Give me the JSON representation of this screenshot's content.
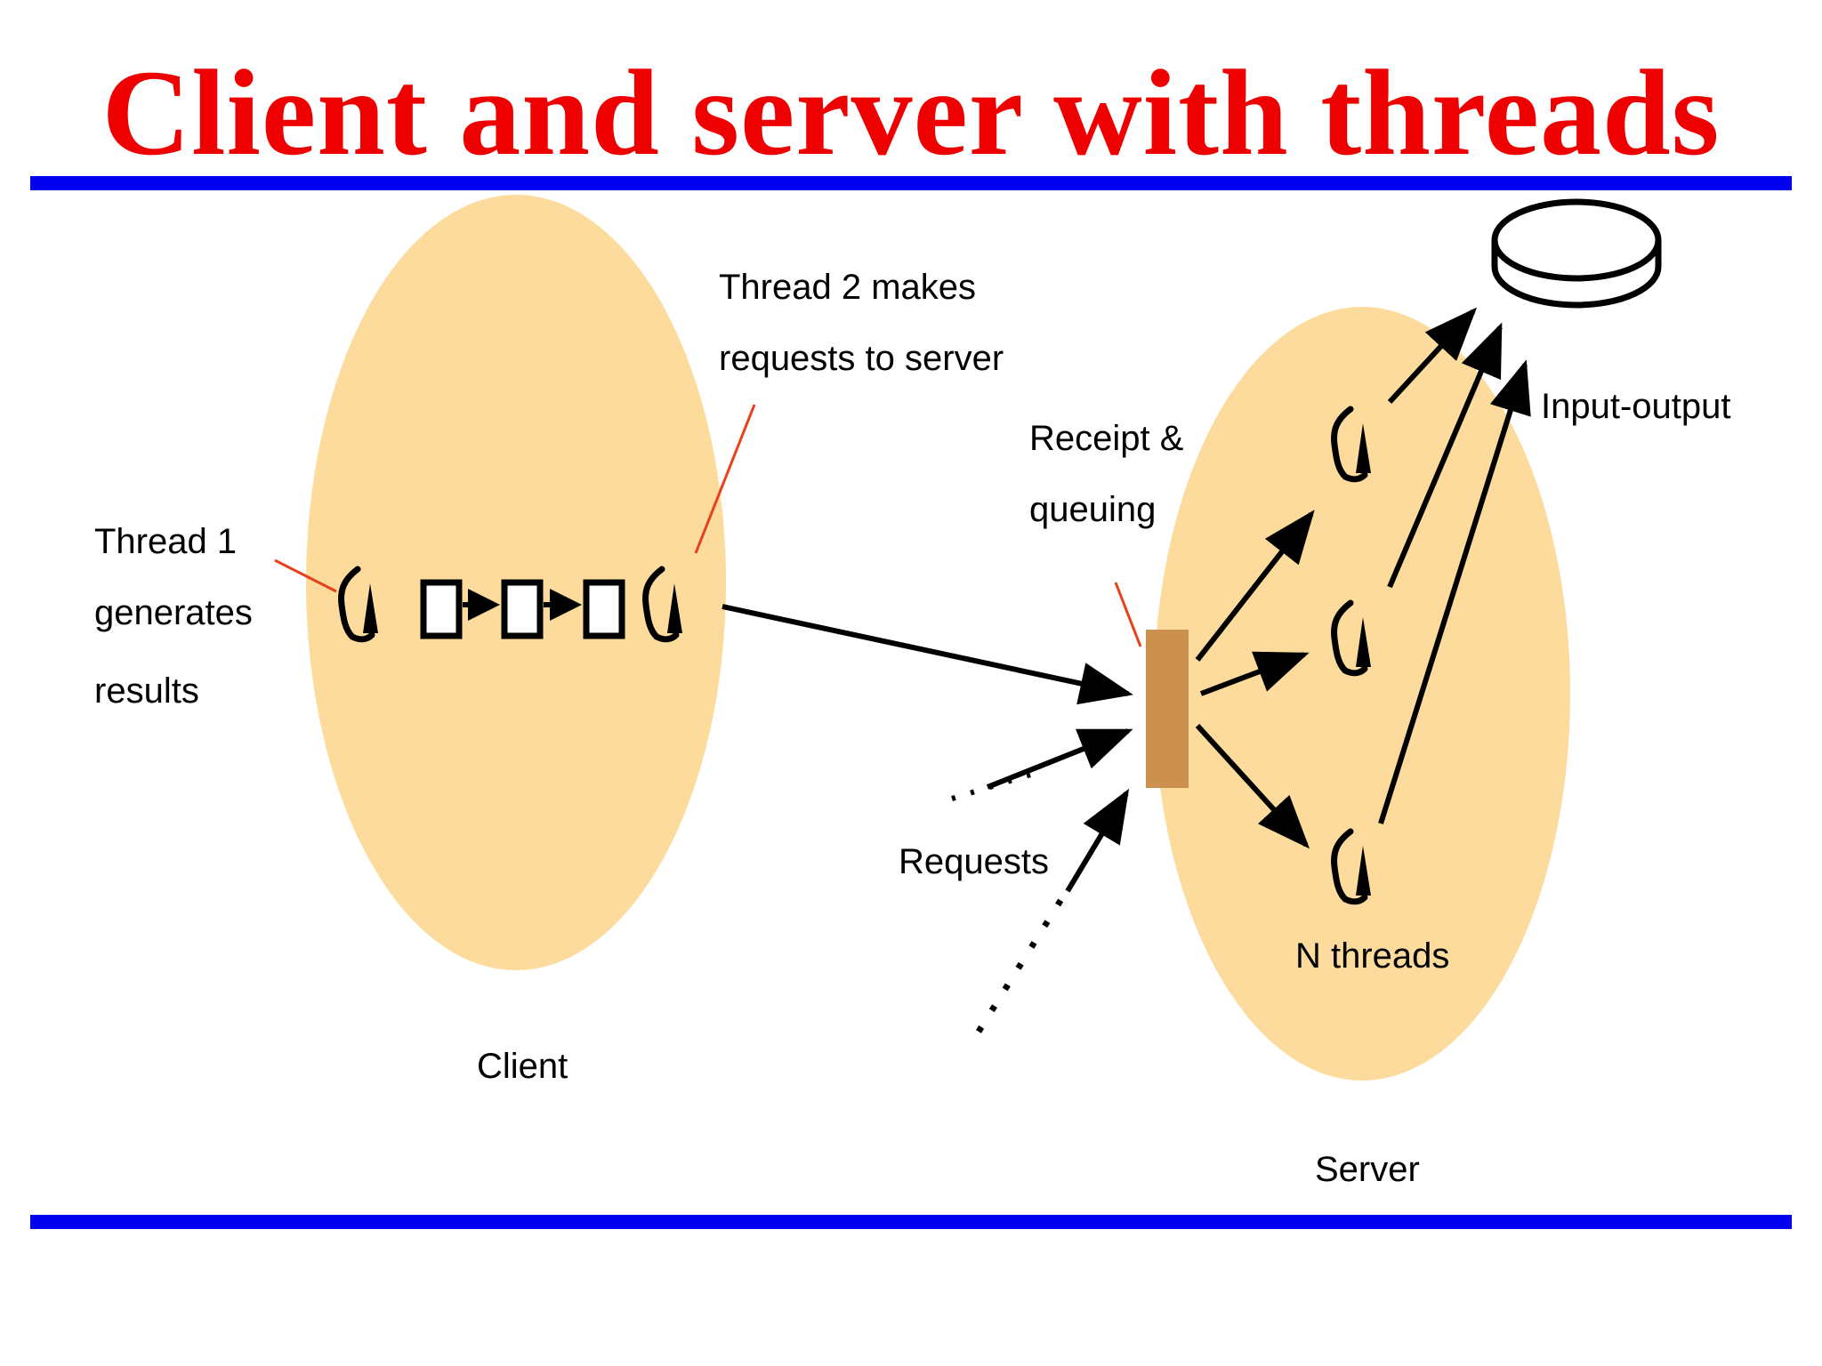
{
  "title": "Client and server with threads",
  "colors": {
    "title": "#ee0000",
    "rule": "#0000ee",
    "ellipse_fill": "#fcdb9c",
    "queue_fill": "#cd914f",
    "callout_line": "#e8401c",
    "arrow": "#000000"
  },
  "labels": {
    "thread1": [
      "Thread 1",
      "generates",
      "results"
    ],
    "thread2": [
      "Thread 2 makes",
      "requests to server"
    ],
    "receipt": [
      "Receipt &",
      "queuing"
    ],
    "io": "Input-output",
    "requests": "Requests",
    "nthreads": "N threads",
    "client": "Client",
    "server": "Server"
  },
  "icons": {
    "thread": "thread-spiral-icon",
    "buffer": "buffer-box-icon",
    "disk": "disk-icon",
    "queue": "queue-bar-icon"
  }
}
